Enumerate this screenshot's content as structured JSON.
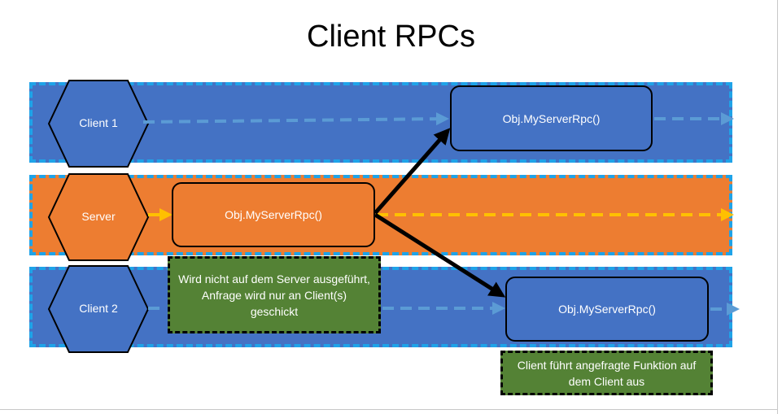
{
  "title": "Client RPCs",
  "lanes": [
    {
      "label": "Client 1",
      "color": "#4472c4"
    },
    {
      "label": "Server",
      "color": "#ed7d31"
    },
    {
      "label": "Client 2",
      "color": "#4472c4"
    }
  ],
  "rpc_boxes": [
    {
      "label": "Obj.MyServerRpc()"
    },
    {
      "label": "Obj.MyServerRpc()"
    },
    {
      "label": "Obj.MyServerRpc()"
    }
  ],
  "notes": [
    {
      "text": "Wird nicht auf dem Server ausgeführt, Anfrage wird nur an Client(s) geschickt"
    },
    {
      "text": "Client führt angefragte Funktion auf dem Client aus"
    }
  ],
  "colors": {
    "lane_border": "#1fa3e8",
    "client_lane": "#4472c4",
    "server_lane": "#ed7d31",
    "note_bg": "#548235",
    "client_arrow": "#5b9bd5",
    "server_arrow": "#ffc000"
  }
}
